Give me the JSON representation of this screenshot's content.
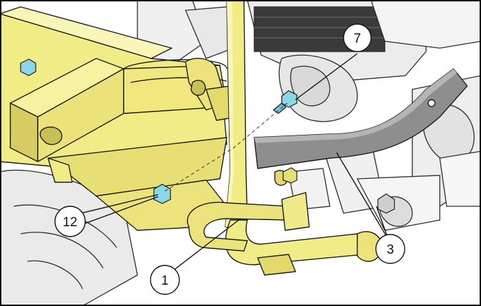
{
  "callouts": [
    {
      "id": "c7",
      "label": "7"
    },
    {
      "id": "c12",
      "label": "12"
    },
    {
      "id": "c3",
      "label": "3"
    },
    {
      "id": "c1",
      "label": "1"
    }
  ],
  "colors": {
    "bumper_yellow": "#f2ec86",
    "bumper_shadow": "#cfc35a",
    "strap_gray": "#8e8e8e",
    "fastener_cyan": "#8ad8e6",
    "line_dark": "#1a1a1a"
  }
}
